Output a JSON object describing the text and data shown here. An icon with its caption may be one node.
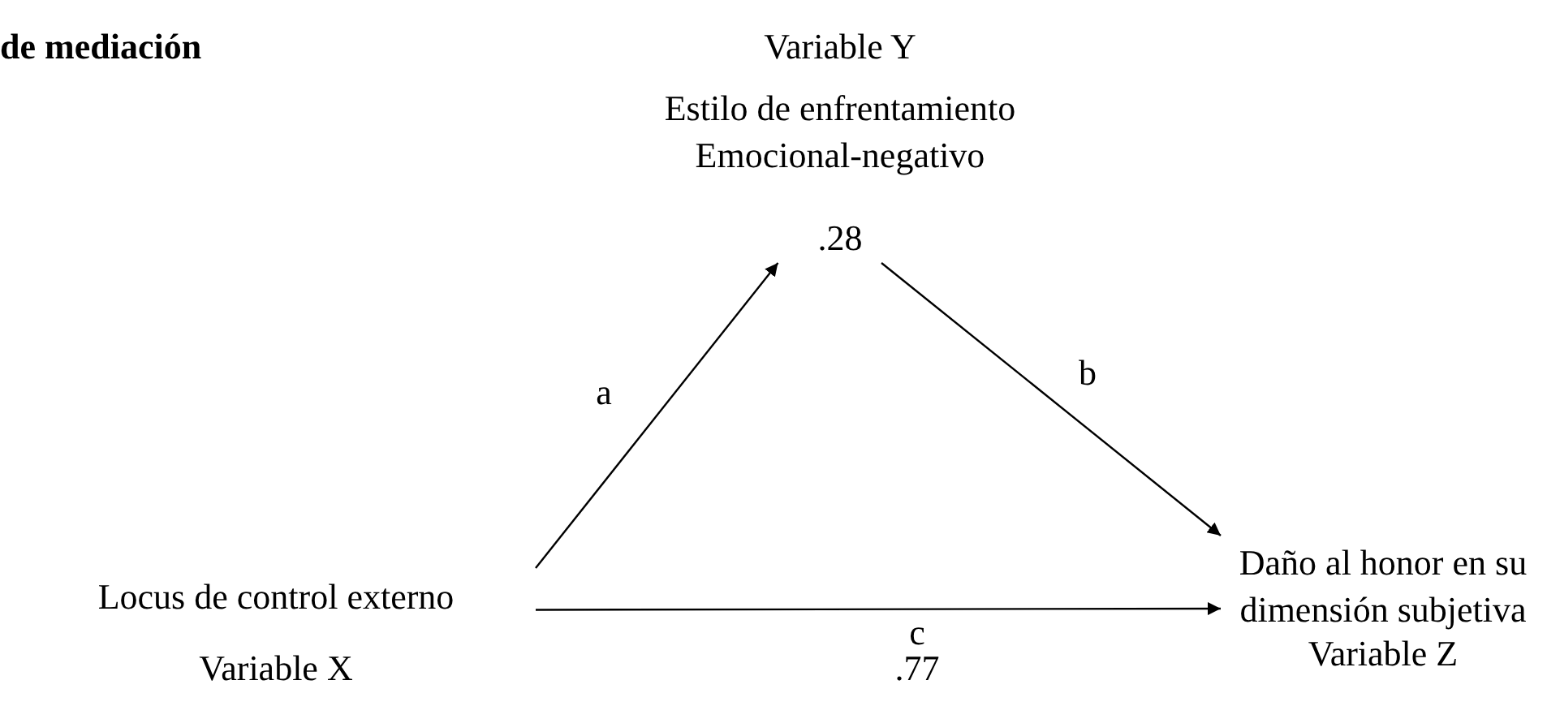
{
  "diagram": {
    "title": "de mediación",
    "nodes": [
      {
        "text": [
          "Variable Y",
          "Estilo de enfrentamiento Emocional-negativo",
          ".28"
        ]
      },
      {
        "text": [
          "Locus de control externo",
          "Variable X"
        ]
      },
      {
        "text": [
          "Daño al honor en su dimensión subjetiva",
          "Variable Z"
        ]
      }
    ],
    "edges": [
      {
        "from": 1,
        "to": 0,
        "arrow": "to",
        "label": "a"
      },
      {
        "from": 0,
        "to": 2,
        "arrow": "to",
        "label": "b"
      },
      {
        "from": 1,
        "to": 2,
        "arrow": "to",
        "label": "c"
      }
    ],
    "labels": [
      ".77"
    ]
  }
}
